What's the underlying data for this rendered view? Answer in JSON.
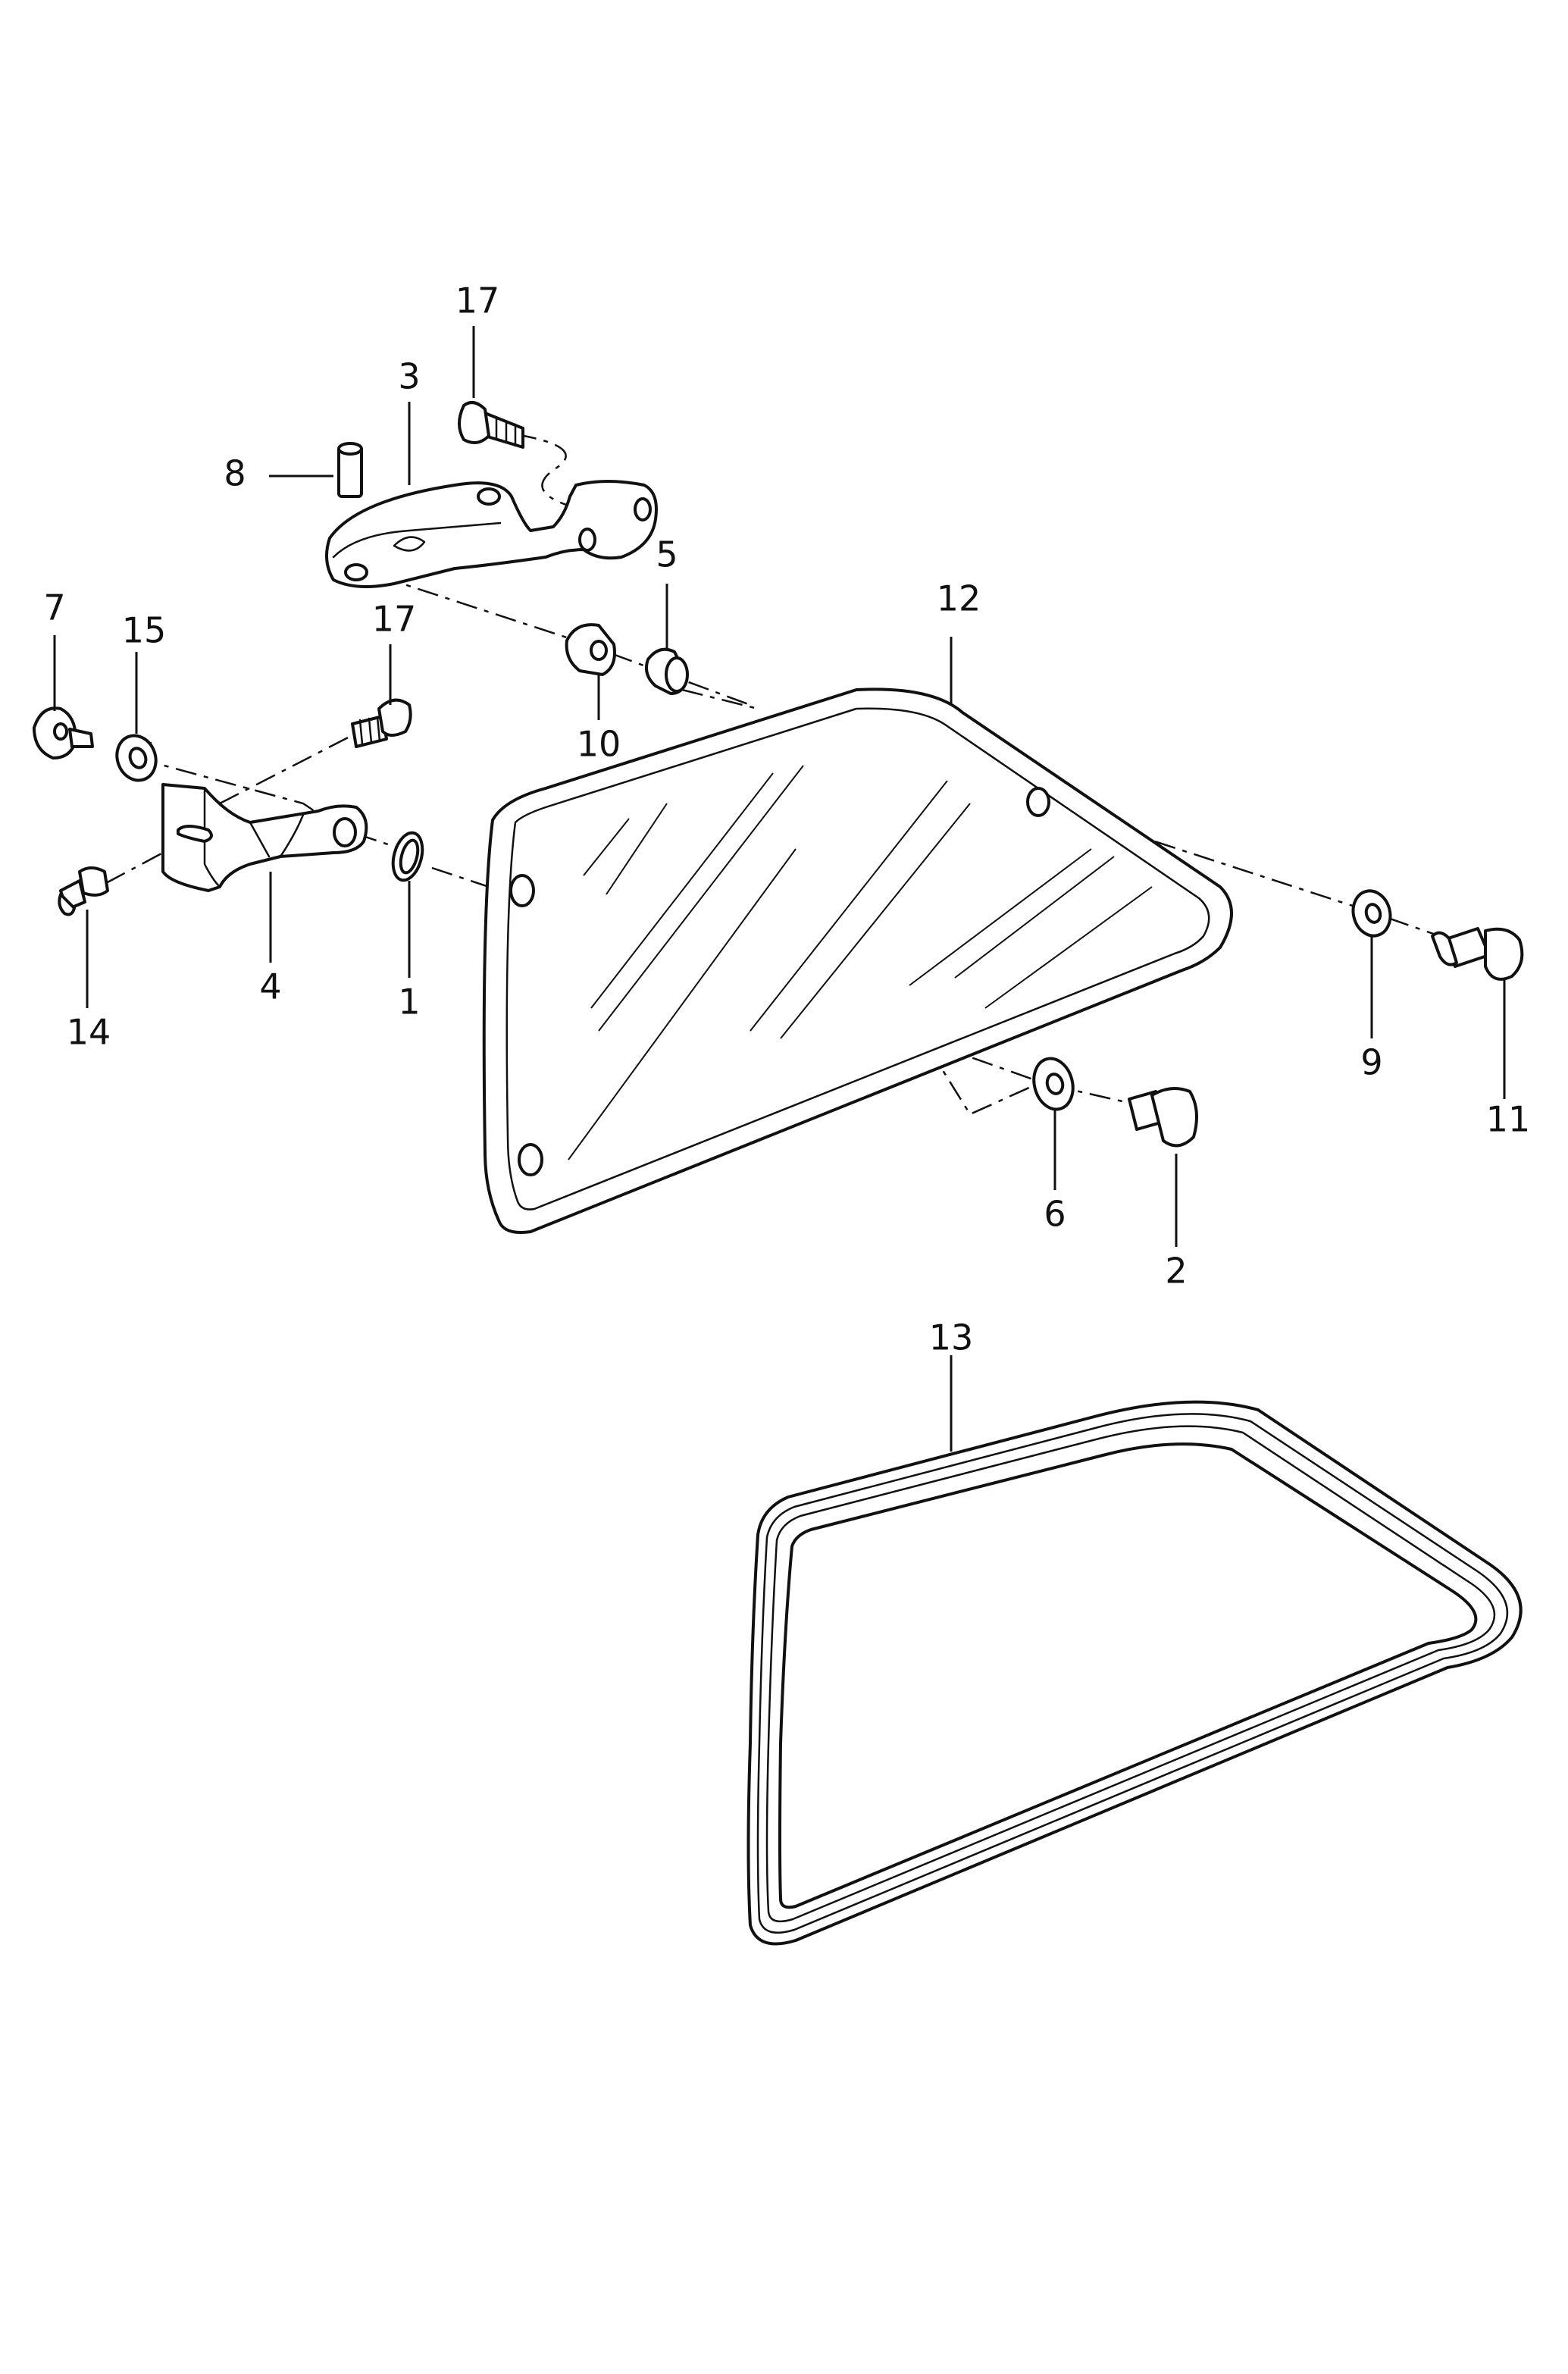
{
  "diagram": {
    "callouts": [
      {
        "id": "c1",
        "label": "1"
      },
      {
        "id": "c2",
        "label": "2"
      },
      {
        "id": "c3",
        "label": "3"
      },
      {
        "id": "c4",
        "label": "4"
      },
      {
        "id": "c5",
        "label": "5"
      },
      {
        "id": "c6",
        "label": "6"
      },
      {
        "id": "c7",
        "label": "7"
      },
      {
        "id": "c8",
        "label": "8"
      },
      {
        "id": "c9",
        "label": "9"
      },
      {
        "id": "c10",
        "label": "10"
      },
      {
        "id": "c11",
        "label": "11"
      },
      {
        "id": "c12",
        "label": "12"
      },
      {
        "id": "c13",
        "label": "13"
      },
      {
        "id": "c14",
        "label": "14"
      },
      {
        "id": "c15",
        "label": "15"
      },
      {
        "id": "c17a",
        "label": "17"
      },
      {
        "id": "c17b",
        "label": "17"
      }
    ]
  }
}
